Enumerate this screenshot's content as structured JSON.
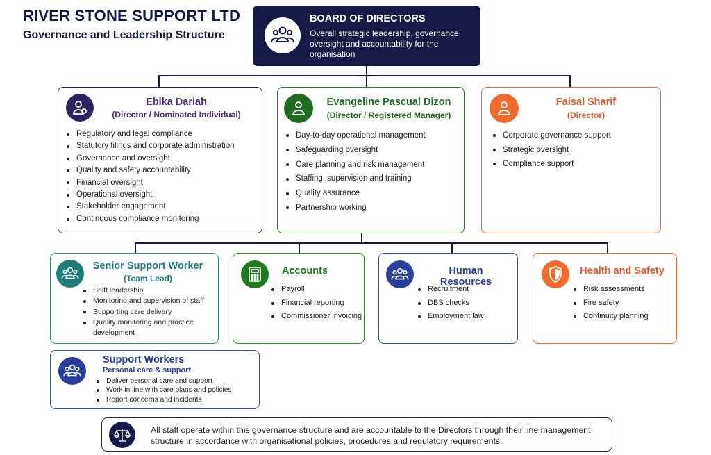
{
  "header": {
    "company": "RIVER STONE SUPPORT LTD",
    "subtitle": "Governance and Leadership Structure"
  },
  "board": {
    "title": "BOARD OF DIRECTORS",
    "description": "Overall strategic leadership, governance oversight and accountability for the organisation",
    "icon": "people-group-icon"
  },
  "directors": [
    {
      "name": "Ebika Dariah",
      "role": "(Director / Nominated Individual)",
      "icon": "user-with-badge-icon",
      "color": "#2b2560",
      "title_color": "#4b2a8a",
      "items": [
        "Regulatory and legal compliance",
        "Statutory filings and corporate administration",
        "Governance and oversight",
        "Quality and safety accountability",
        "Financial oversight",
        "Operational oversight",
        "Stakeholder engagement",
        "Continuous compliance monitoring"
      ]
    },
    {
      "name": "Evangeline Pascual Dizon",
      "role": "(Director / Registered Manager)",
      "icon": "user-icon",
      "color": "#2d7a2e",
      "title_color": "#1f6b20",
      "items": [
        "Day-to-day operational management",
        "Safeguarding oversight",
        "Care planning and risk management",
        "Staffing, supervision and training",
        "Quality assurance",
        "Partnership working"
      ]
    },
    {
      "name": "Faisal Sharif",
      "role": "(Director)",
      "icon": "user-icon",
      "color": "#ef6b2d",
      "title_color": "#e8572a",
      "items": [
        "Corporate governance support",
        "Strategic oversight",
        "Compliance support"
      ]
    }
  ],
  "teams": [
    {
      "name": "Senior Support Worker",
      "role": "(Team Lead)",
      "icon": "people-group-icon",
      "color": "#2b8c8c",
      "title_color": "#1f7a7a",
      "items": [
        "Shift leadership",
        "Monitoring and supervision of staff",
        "Supporting care delivery",
        "Quality monitoring and practice development"
      ]
    },
    {
      "name": "Accounts",
      "icon": "calculator-icon",
      "color": "#2d8a2d",
      "title_color": "#1f7a20",
      "items": [
        "Payroll",
        "Financial reporting",
        "Commissioner invoicing"
      ]
    },
    {
      "name": "Human Resources",
      "icon": "people-group-icon",
      "color": "#2f55b0",
      "title_color": "#2a3f9a",
      "items": [
        "Recruitment",
        "DBS checks",
        "Employment law"
      ]
    },
    {
      "name": "Health and Safety",
      "icon": "shield-icon",
      "color": "#ef6b2d",
      "title_color": "#e8572a",
      "items": [
        "Risk assessments",
        "Fire safety",
        "Continuity planning"
      ]
    }
  ],
  "support_workers": {
    "name": "Support Workers",
    "role": "Personal care & support",
    "icon": "people-group-icon",
    "color": "#2f55b0",
    "title_color": "#2a3f9a",
    "items": [
      "Deliver personal care and support",
      "Work in line with care plans and policies",
      "Report concerns and incidents"
    ]
  },
  "footer": {
    "icon": "scales-icon",
    "text": "All staff operate within this governance structure  and are accountable to the Directors through their line management structure in accordance with organisational policies, procedures and regulatory requirements."
  }
}
